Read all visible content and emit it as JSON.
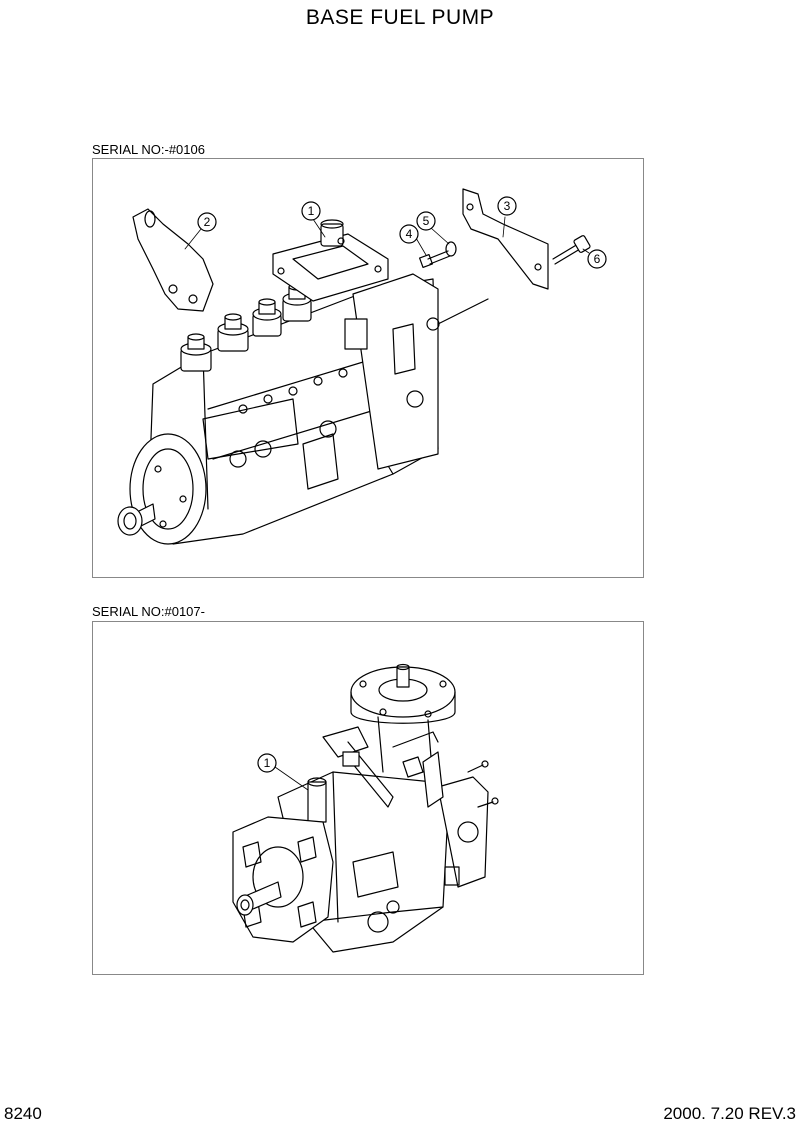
{
  "page": {
    "title": "BASE FUEL PUMP",
    "page_number": "8240",
    "revision": "2000. 7.20 REV.3"
  },
  "diagram_top": {
    "serial_label": "SERIAL NO:-#0106",
    "callouts": [
      "1",
      "2",
      "3",
      "4",
      "5",
      "6"
    ]
  },
  "diagram_bottom": {
    "serial_label": "SERIAL NO:#0107-",
    "callouts": [
      "1"
    ]
  }
}
